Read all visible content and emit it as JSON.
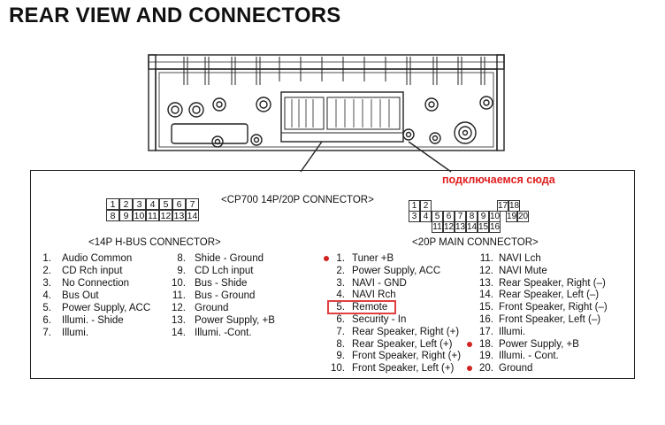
{
  "title": "REAR VIEW AND CONNECTORS",
  "annotation": {
    "text": "подключаемся сюда",
    "color": "#e02020"
  },
  "cp700": {
    "label": "<CP700 14P/20P CONNECTOR>",
    "row1": [
      "1",
      "2",
      "3",
      "4",
      "5",
      "6",
      "7"
    ],
    "row2": [
      "8",
      "9",
      "10",
      "11",
      "12",
      "13",
      "14"
    ]
  },
  "main_grid": {
    "row1": [
      "1",
      "2",
      "",
      "",
      "",
      "",
      "",
      "17",
      "18"
    ],
    "row2": [
      "3",
      "4",
      "5",
      "6",
      "7",
      "8",
      "9",
      "10",
      "19",
      "20"
    ],
    "row3": [
      "11",
      "12",
      "13",
      "14",
      "15",
      "16"
    ]
  },
  "hbus": {
    "label": "<14P H-BUS CONNECTOR>",
    "left": [
      {
        "n": "1.",
        "t": "Audio Common"
      },
      {
        "n": "2.",
        "t": "CD Rch input"
      },
      {
        "n": "3.",
        "t": "No Connection"
      },
      {
        "n": "4.",
        "t": "Bus Out"
      },
      {
        "n": "5.",
        "t": "Power Supply, ACC"
      },
      {
        "n": "6.",
        "t": "Illumi. - Shide"
      },
      {
        "n": "7.",
        "t": "Illumi."
      }
    ],
    "right": [
      {
        "n": "8.",
        "t": "Shide - Ground"
      },
      {
        "n": "9.",
        "t": "CD Lch input"
      },
      {
        "n": "10.",
        "t": "Bus - Shide"
      },
      {
        "n": "11.",
        "t": "Bus - Ground"
      },
      {
        "n": "12.",
        "t": "Ground"
      },
      {
        "n": "13.",
        "t": "Power Supply, +B"
      },
      {
        "n": "14.",
        "t": "Illumi. -Cont."
      }
    ]
  },
  "main": {
    "label": "<20P MAIN CONNECTOR>",
    "left": [
      {
        "n": "1.",
        "t": "Tuner +B",
        "dot": true
      },
      {
        "n": "2.",
        "t": "Power Supply, ACC",
        "dot": false
      },
      {
        "n": "3.",
        "t": "NAVI - GND",
        "dot": false
      },
      {
        "n": "4.",
        "t": "NAVI Rch",
        "dot": false
      },
      {
        "n": "5.",
        "t": "Remote",
        "dot": false,
        "highlight": true
      },
      {
        "n": "6.",
        "t": "Security - In",
        "dot": false
      },
      {
        "n": "7.",
        "t": "Rear Speaker, Right (+)",
        "dot": false
      },
      {
        "n": "8.",
        "t": "Rear Speaker, Left (+)",
        "dot": false
      },
      {
        "n": "9.",
        "t": "Front Speaker, Right (+)",
        "dot": false
      },
      {
        "n": "10.",
        "t": "Front Speaker, Left (+)",
        "dot": false
      }
    ],
    "right": [
      {
        "n": "11.",
        "t": "NAVI Lch",
        "dot": false
      },
      {
        "n": "12.",
        "t": "NAVI Mute",
        "dot": false
      },
      {
        "n": "13.",
        "t": "Rear Speaker, Right (–)",
        "dot": false
      },
      {
        "n": "14.",
        "t": "Rear Speaker, Left (–)",
        "dot": false
      },
      {
        "n": "15.",
        "t": "Front Speaker, Right (–)",
        "dot": false
      },
      {
        "n": "16.",
        "t": "Front Speaker, Left (–)",
        "dot": false
      },
      {
        "n": "17.",
        "t": "Illumi.",
        "dot": false
      },
      {
        "n": "18.",
        "t": "Power Supply, +B",
        "dot": true
      },
      {
        "n": "19.",
        "t": "Illumi. - Cont.",
        "dot": false
      },
      {
        "n": "20.",
        "t": "Ground",
        "dot": true
      }
    ]
  },
  "colors": {
    "highlight": "#e04040",
    "dot": "#d22222"
  }
}
